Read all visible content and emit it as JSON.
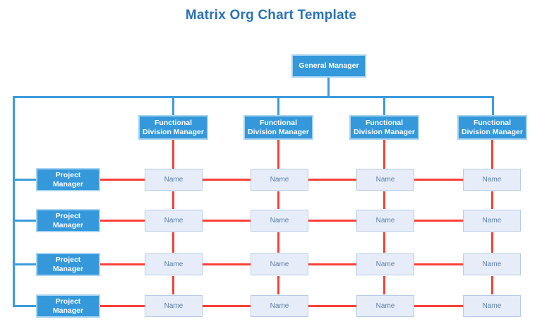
{
  "page": {
    "title": "Matrix Org Chart Template",
    "background": "#ffffff",
    "title_color": "#2a72b5"
  },
  "colors": {
    "node_blue_fill": "#3498db",
    "node_blue_border": "#a8d5f2",
    "node_blue_text": "#ffffff",
    "name_fill": "#e6edf8",
    "name_border": "#b7cce8",
    "name_text": "#5b7fa6",
    "connector_blue": "#3d9bdc",
    "connector_red": "#fa4138"
  },
  "chart_data": {
    "type": "diagram",
    "diagram_kind": "matrix-organization-chart",
    "title": "Matrix Org Chart Template",
    "root": {
      "label": "General Manager"
    },
    "column_headers": [
      {
        "label_line1": "Functional",
        "label_line2": "Division Manager"
      },
      {
        "label_line1": "Functional",
        "label_line2": "Division Manager"
      },
      {
        "label_line1": "Functional",
        "label_line2": "Division Manager"
      },
      {
        "label_line1": "Functional",
        "label_line2": "Division Manager"
      }
    ],
    "row_headers": [
      {
        "label_line1": "Project",
        "label_line2": "Manager"
      },
      {
        "label_line1": "Project",
        "label_line2": "Manager"
      },
      {
        "label_line1": "Project",
        "label_line2": "Manager"
      },
      {
        "label_line1": "Project",
        "label_line2": "Manager"
      }
    ],
    "cells": [
      [
        "Name",
        "Name",
        "Name",
        "Name"
      ],
      [
        "Name",
        "Name",
        "Name",
        "Name"
      ],
      [
        "Name",
        "Name",
        "Name",
        "Name"
      ],
      [
        "Name",
        "Name",
        "Name",
        "Name"
      ]
    ],
    "rows": 4,
    "columns": 4,
    "legend": [],
    "notes": "General Manager sits at the top; four Functional Division Managers branch across; four Project Managers down the left side; a 4x4 grid of 'Name' staff cells sits at the intersections, linked by red lines."
  },
  "nodes": {
    "general_manager": "General Manager",
    "fdm": {
      "line1": "Functional",
      "line2": "Division Manager"
    },
    "pm": {
      "line1": "Project",
      "line2": "Manager"
    },
    "name_cell": "Name"
  }
}
